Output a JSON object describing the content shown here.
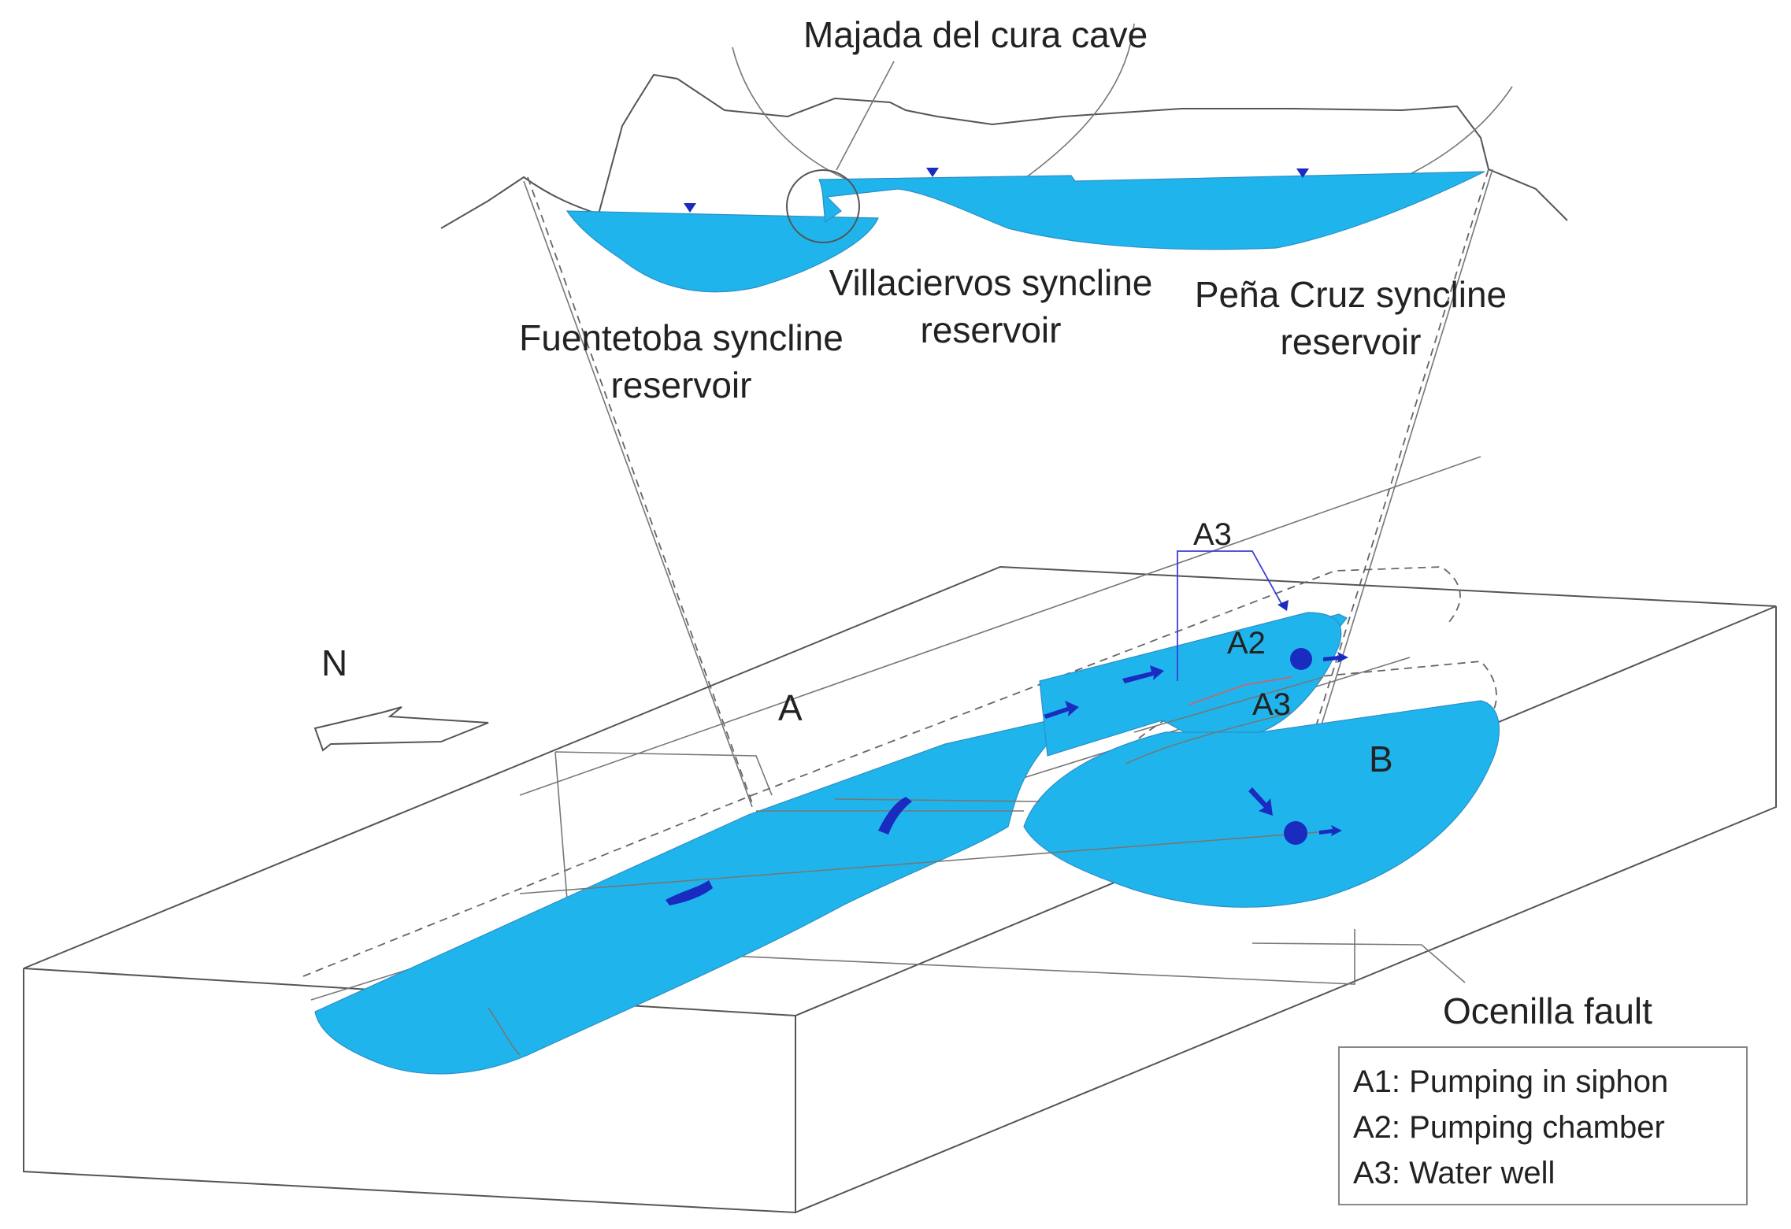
{
  "labels": {
    "cave": "Majada del cura cave",
    "villaciervos_1": "Villaciervos syncline",
    "villaciervos_2": "reservoir",
    "penacruz_1": "Peña Cruz syncline",
    "penacruz_2": "reservoir",
    "fuentetoba_1": "Fuentetoba syncline",
    "fuentetoba_2": "reservoir",
    "north": "N",
    "point_a": "A",
    "point_b": "B",
    "fault": "Ocenilla fault",
    "a3_top": "A3",
    "a2_mark": "A2",
    "a3_mark": "A3"
  },
  "legend": {
    "items": [
      {
        "text": "A1: Pumping in siphon",
        "color": "#e53935"
      },
      {
        "text": "A2: Pumping chamber",
        "color": "#3cd64a"
      },
      {
        "text": "A3: Water well",
        "color": "#2b2fd0"
      }
    ]
  },
  "colors": {
    "water": "#20b4ec",
    "flow_arrows": "#1a2bbf",
    "wells": "#1a2bdf",
    "lines": "#555555"
  }
}
